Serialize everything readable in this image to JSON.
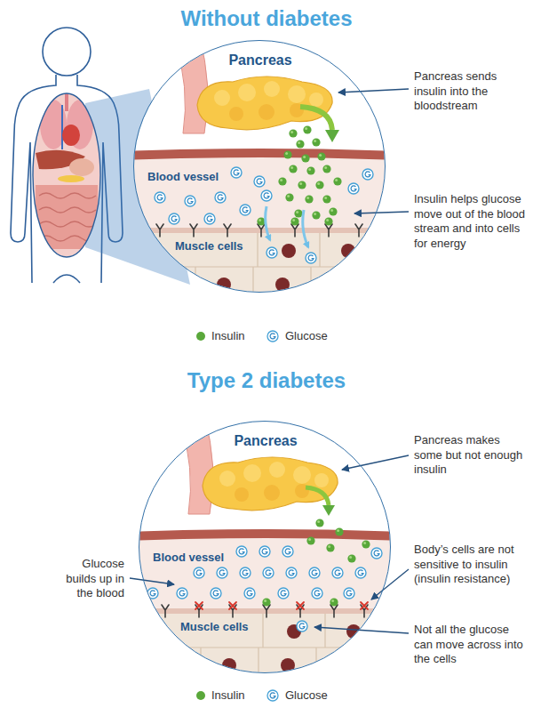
{
  "diagram": {
    "nodes": [
      {
        "text": [
          "Pancreas",
          "Blood vessel",
          "Muscle cells"
        ]
      },
      {
        "text": [
          "Pancreas",
          "Blood vessel",
          "Muscle cells"
        ]
      }
    ],
    "labels": [
      "Without diabetes",
      "Pancreas sends insulin into the bloodstream",
      "Insulin helps glucose move out of the blood stream and into cells for energy",
      "Type 2 diabetes",
      "Pancreas makes some but not enough insulin",
      "Glucose builds up in the blood",
      "Body’s cells are not sensitive to insulin (insulin resistance)",
      "Not all the glucose can move across into the cells"
    ],
    "legend": [
      {
        "text": "Insulin",
        "color": "#5aa83b"
      },
      {
        "text": "Glucose"
      },
      {
        "text": "Insulin",
        "color": "#5aa83b"
      },
      {
        "text": "Glucose"
      }
    ]
  }
}
